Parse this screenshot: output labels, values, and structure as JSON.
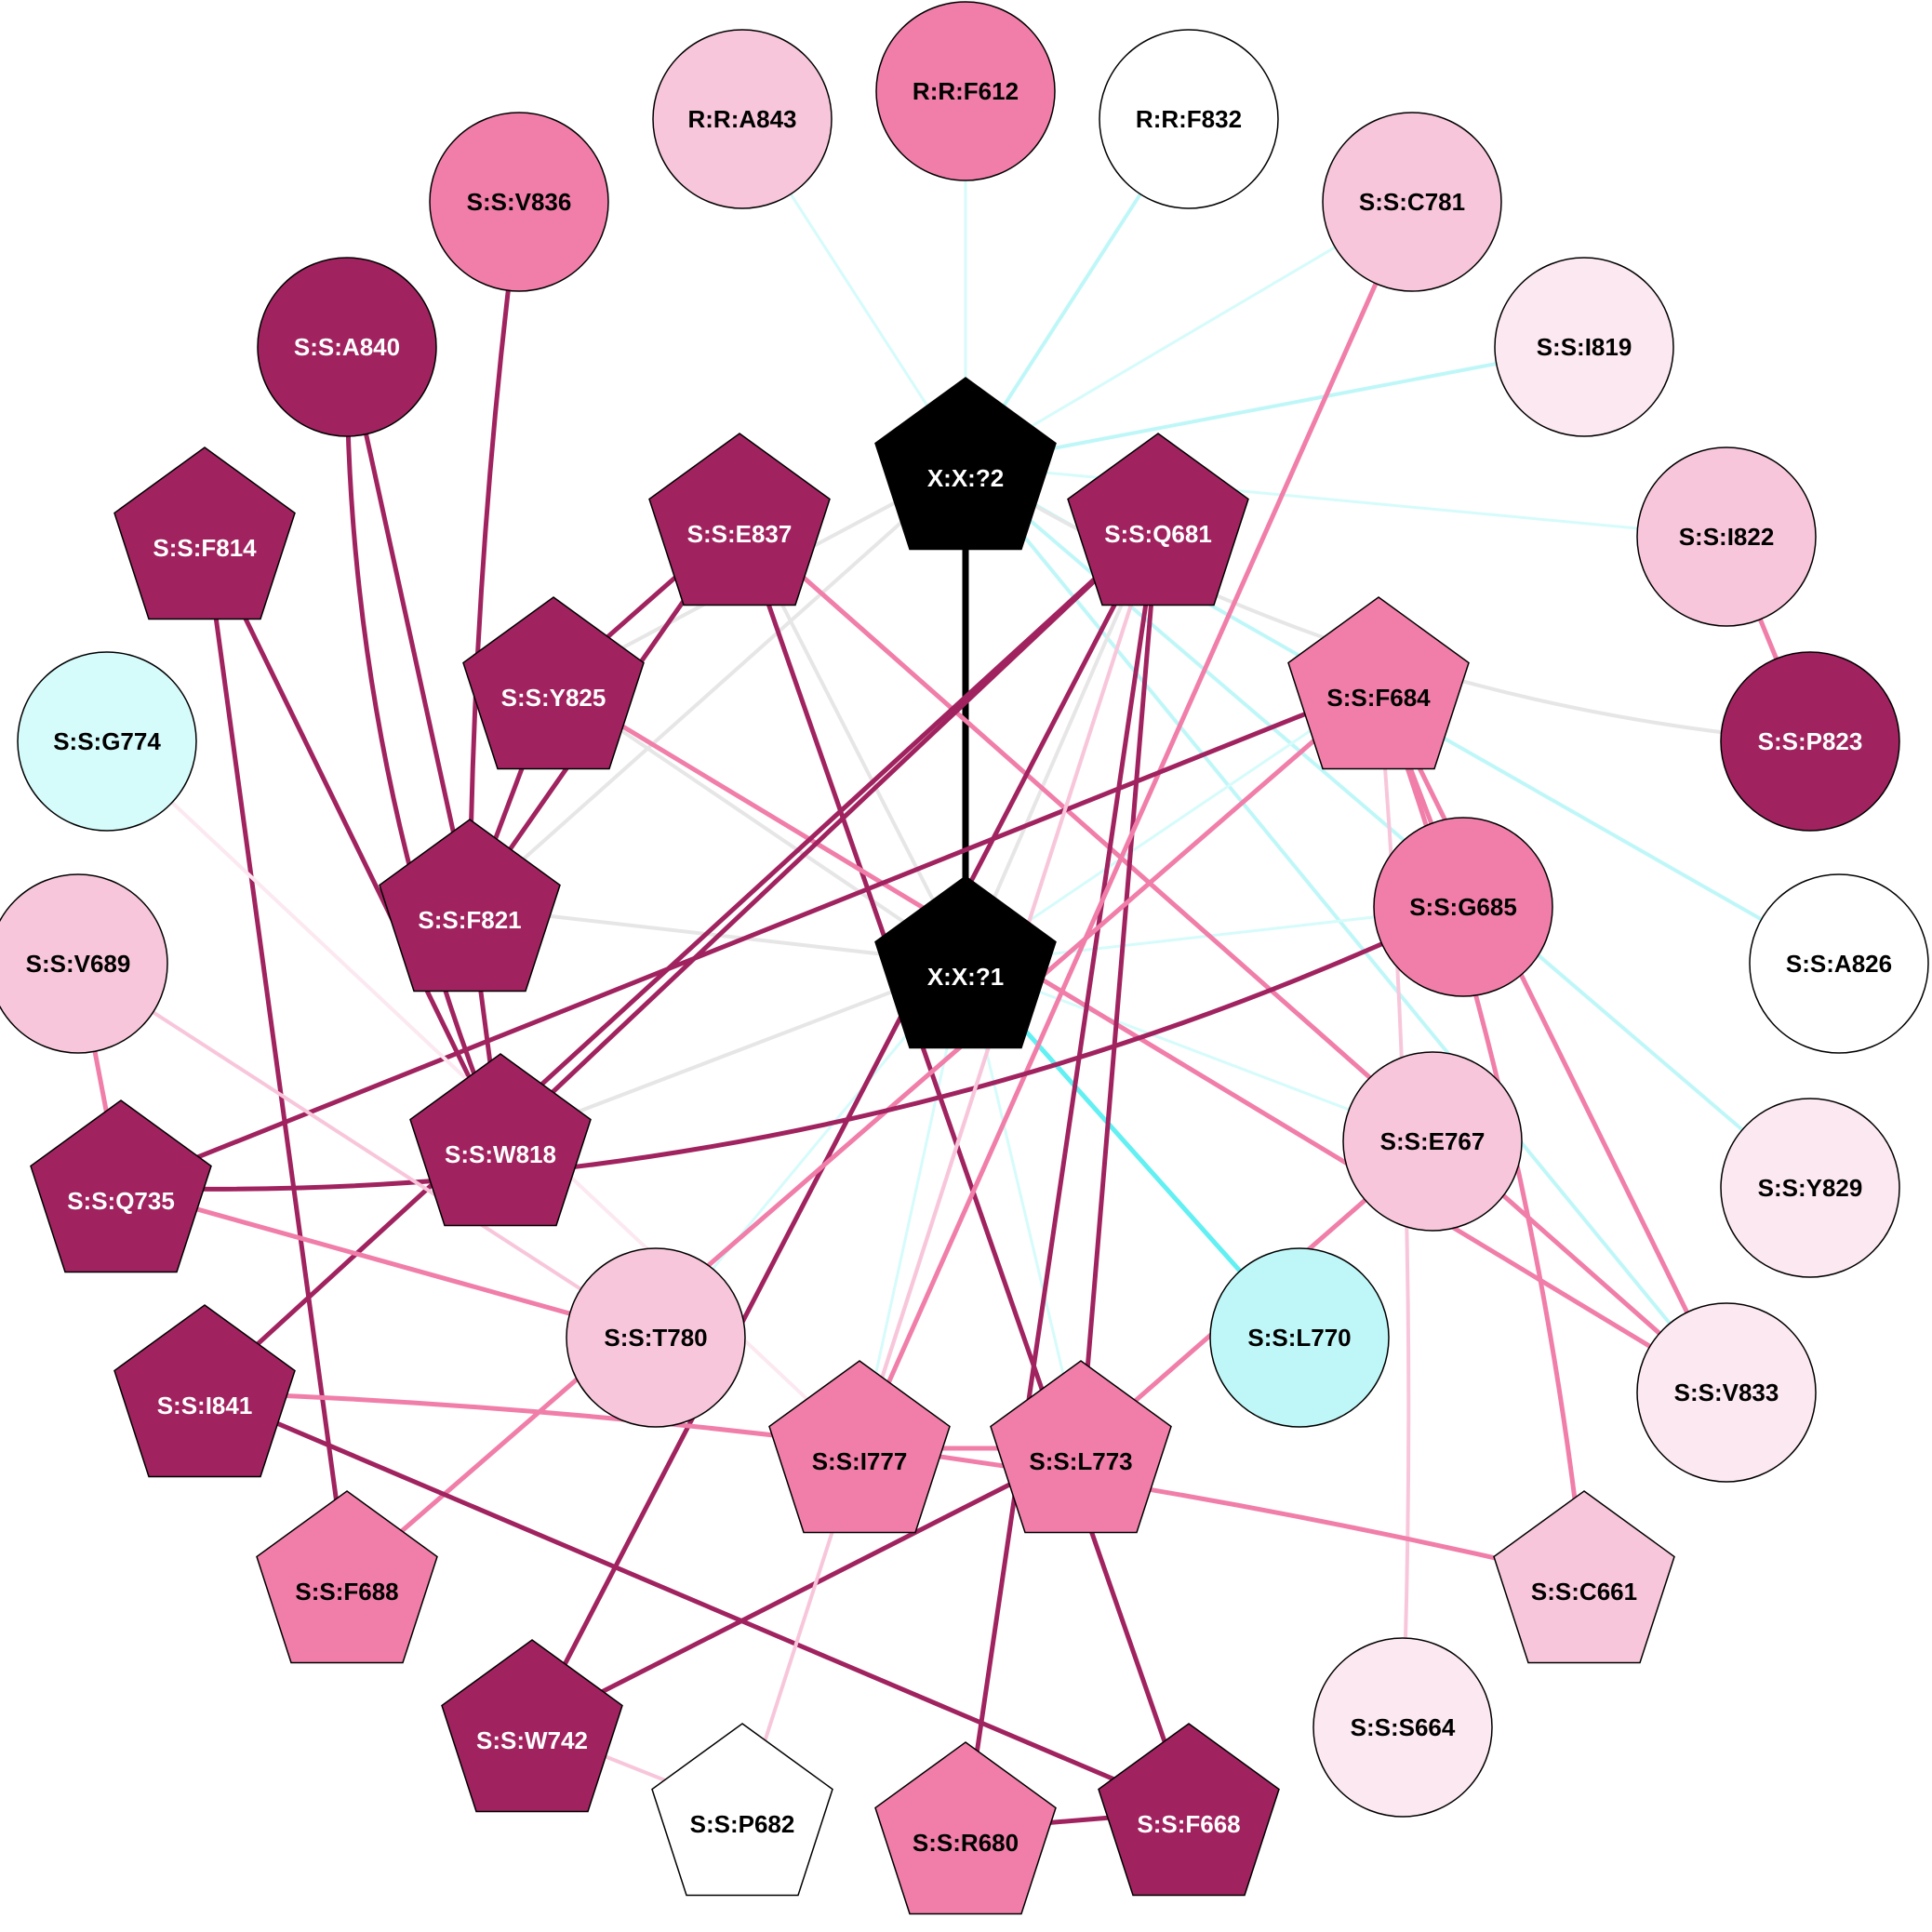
{
  "colors": {
    "dark": "#a0235f",
    "mid": "#f07ea9",
    "light": "#f8c6da",
    "pale": "#fce8f0",
    "white": "#ffffff",
    "black": "#000000",
    "cyan_light": "#d6fbfb",
    "cyan": "#bff7f8",
    "cyan_strong": "#63f0f3",
    "gray": "#e6e6e6",
    "outline": "#000000"
  },
  "nodes": [
    {
      "id": "R:R:A843",
      "label": "R:R:A843",
      "shape": "circle",
      "fill": "light",
      "text": "dark"
    },
    {
      "id": "R:R:F612",
      "label": "R:R:F612",
      "shape": "circle",
      "fill": "mid",
      "text": "dark"
    },
    {
      "id": "R:R:F832",
      "label": "R:R:F832",
      "shape": "circle",
      "fill": "white",
      "text": "dark"
    },
    {
      "id": "S:S:V836",
      "label": "S:S:V836",
      "shape": "circle",
      "fill": "mid",
      "text": "dark"
    },
    {
      "id": "S:S:C781",
      "label": "S:S:C781",
      "shape": "circle",
      "fill": "light",
      "text": "dark"
    },
    {
      "id": "S:S:A840",
      "label": "S:S:A840",
      "shape": "circle",
      "fill": "dark",
      "text": "light"
    },
    {
      "id": "S:S:I819",
      "label": "S:S:I819",
      "shape": "circle",
      "fill": "pale",
      "text": "dark"
    },
    {
      "id": "X:X:?2",
      "label": "X:X:?2",
      "shape": "pentagon",
      "fill": "black",
      "text": "light"
    },
    {
      "id": "S:S:F814",
      "label": "S:S:F814",
      "shape": "pentagon",
      "fill": "dark",
      "text": "light"
    },
    {
      "id": "S:S:E837",
      "label": "S:S:E837",
      "shape": "pentagon",
      "fill": "dark",
      "text": "light"
    },
    {
      "id": "S:S:Q681",
      "label": "S:S:Q681",
      "shape": "pentagon",
      "fill": "dark",
      "text": "light"
    },
    {
      "id": "S:S:I822",
      "label": "S:S:I822",
      "shape": "circle",
      "fill": "light",
      "text": "dark"
    },
    {
      "id": "S:S:Y825",
      "label": "S:S:Y825",
      "shape": "pentagon",
      "fill": "dark",
      "text": "light"
    },
    {
      "id": "S:S:F684",
      "label": "S:S:F684",
      "shape": "pentagon",
      "fill": "mid",
      "text": "dark"
    },
    {
      "id": "S:S:G774",
      "label": "S:S:G774",
      "shape": "circle",
      "fill": "cyan_light",
      "text": "dark"
    },
    {
      "id": "S:S:P823",
      "label": "S:S:P823",
      "shape": "circle",
      "fill": "dark",
      "text": "light"
    },
    {
      "id": "S:S:F821",
      "label": "S:S:F821",
      "shape": "pentagon",
      "fill": "dark",
      "text": "light"
    },
    {
      "id": "S:S:G685",
      "label": "S:S:G685",
      "shape": "circle",
      "fill": "mid",
      "text": "dark"
    },
    {
      "id": "S:S:V689",
      "label": "S:S:V689",
      "shape": "circle",
      "fill": "light",
      "text": "dark"
    },
    {
      "id": "X:X:?1",
      "label": "X:X:?1",
      "shape": "pentagon",
      "fill": "black",
      "text": "light"
    },
    {
      "id": "S:S:A826",
      "label": "S:S:A826",
      "shape": "circle",
      "fill": "white",
      "text": "dark"
    },
    {
      "id": "S:S:W818",
      "label": "S:S:W818",
      "shape": "pentagon",
      "fill": "dark",
      "text": "light"
    },
    {
      "id": "S:S:E767",
      "label": "S:S:E767",
      "shape": "circle",
      "fill": "light",
      "text": "dark"
    },
    {
      "id": "S:S:Q735",
      "label": "S:S:Q735",
      "shape": "pentagon",
      "fill": "dark",
      "text": "light"
    },
    {
      "id": "S:S:Y829",
      "label": "S:S:Y829",
      "shape": "circle",
      "fill": "pale",
      "text": "dark"
    },
    {
      "id": "S:S:T780",
      "label": "S:S:T780",
      "shape": "circle",
      "fill": "light",
      "text": "dark"
    },
    {
      "id": "S:S:L770",
      "label": "S:S:L770",
      "shape": "circle",
      "fill": "cyan",
      "text": "dark"
    },
    {
      "id": "S:S:I841",
      "label": "S:S:I841",
      "shape": "pentagon",
      "fill": "dark",
      "text": "light"
    },
    {
      "id": "S:S:V833",
      "label": "S:S:V833",
      "shape": "circle",
      "fill": "pale",
      "text": "dark"
    },
    {
      "id": "S:S:I777",
      "label": "S:S:I777",
      "shape": "pentagon",
      "fill": "mid",
      "text": "dark"
    },
    {
      "id": "S:S:L773",
      "label": "S:S:L773",
      "shape": "pentagon",
      "fill": "mid",
      "text": "dark"
    },
    {
      "id": "S:S:F688",
      "label": "S:S:F688",
      "shape": "pentagon",
      "fill": "mid",
      "text": "dark"
    },
    {
      "id": "S:S:C661",
      "label": "S:S:C661",
      "shape": "pentagon",
      "fill": "light",
      "text": "dark"
    },
    {
      "id": "S:S:W742",
      "label": "S:S:W742",
      "shape": "pentagon",
      "fill": "dark",
      "text": "light"
    },
    {
      "id": "S:S:S664",
      "label": "S:S:S664",
      "shape": "circle",
      "fill": "pale",
      "text": "dark"
    },
    {
      "id": "S:S:P682",
      "label": "S:S:P682",
      "shape": "pentagon",
      "fill": "white",
      "text": "dark"
    },
    {
      "id": "S:S:R680",
      "label": "S:S:R680",
      "shape": "pentagon",
      "fill": "mid",
      "text": "dark"
    },
    {
      "id": "S:S:F668",
      "label": "S:S:F668",
      "shape": "pentagon",
      "fill": "dark",
      "text": "light"
    }
  ],
  "edges": [
    {
      "from": "X:X:?2",
      "to": "X:X:?1",
      "color": "black",
      "weight": 7
    },
    {
      "from": "X:X:?2",
      "to": "R:R:A843",
      "color": "cyan_light",
      "weight": 3
    },
    {
      "from": "X:X:?2",
      "to": "R:R:F612",
      "color": "cyan_light",
      "weight": 3
    },
    {
      "from": "X:X:?2",
      "to": "R:R:F832",
      "color": "cyan",
      "weight": 4
    },
    {
      "from": "X:X:?2",
      "to": "S:S:C781",
      "color": "cyan_light",
      "weight": 3
    },
    {
      "from": "X:X:?2",
      "to": "S:S:I819",
      "color": "cyan",
      "weight": 4
    },
    {
      "from": "X:X:?2",
      "to": "S:S:I822",
      "color": "cyan_light",
      "weight": 3
    },
    {
      "from": "X:X:?2",
      "to": "S:S:A826",
      "color": "cyan",
      "weight": 4
    },
    {
      "from": "X:X:?2",
      "to": "S:S:Y829",
      "color": "cyan",
      "weight": 4
    },
    {
      "from": "X:X:?2",
      "to": "S:S:V833",
      "color": "cyan",
      "weight": 4
    },
    {
      "from": "X:X:?2",
      "to": "S:S:Y825",
      "color": "gray",
      "weight": 4
    },
    {
      "from": "X:X:?2",
      "to": "S:S:F821",
      "color": "gray",
      "weight": 4
    },
    {
      "from": "X:X:?2",
      "to": "S:S:P823",
      "color": "gray",
      "weight": 4,
      "curve": 0.12
    },
    {
      "from": "X:X:?1",
      "to": "S:S:L770",
      "color": "cyan_strong",
      "weight": 5
    },
    {
      "from": "X:X:?1",
      "to": "S:S:E767",
      "color": "cyan_light",
      "weight": 3
    },
    {
      "from": "X:X:?1",
      "to": "S:S:G685",
      "color": "cyan_light",
      "weight": 3
    },
    {
      "from": "X:X:?1",
      "to": "S:S:F684",
      "color": "cyan_light",
      "weight": 3
    },
    {
      "from": "X:X:?1",
      "to": "S:S:T780",
      "color": "cyan_light",
      "weight": 3
    },
    {
      "from": "X:X:?1",
      "to": "S:S:I777",
      "color": "cyan_light",
      "weight": 3
    },
    {
      "from": "X:X:?1",
      "to": "S:S:L773",
      "color": "cyan_light",
      "weight": 3
    },
    {
      "from": "X:X:?1",
      "to": "S:S:F821",
      "color": "gray",
      "weight": 4
    },
    {
      "from": "X:X:?1",
      "to": "S:S:W818",
      "color": "gray",
      "weight": 4
    },
    {
      "from": "X:X:?1",
      "to": "S:S:Y825",
      "color": "gray",
      "weight": 4
    },
    {
      "from": "X:X:?1",
      "to": "S:S:E837",
      "color": "gray",
      "weight": 4
    },
    {
      "from": "X:X:?1",
      "to": "S:S:Q681",
      "color": "gray",
      "weight": 4
    },
    {
      "from": "S:S:V836",
      "to": "S:S:F821",
      "color": "dark",
      "weight": 5,
      "curve": 0.03
    },
    {
      "from": "S:S:A840",
      "to": "S:S:F821",
      "color": "dark",
      "weight": 5
    },
    {
      "from": "S:S:A840",
      "to": "S:S:W818",
      "color": "dark",
      "weight": 5,
      "curve": 0.1
    },
    {
      "from": "S:S:F814",
      "to": "S:S:W818",
      "color": "dark",
      "weight": 5
    },
    {
      "from": "S:S:F814",
      "to": "S:S:F688",
      "color": "dark",
      "weight": 5
    },
    {
      "from": "S:S:E837",
      "to": "S:S:Y825",
      "color": "dark",
      "weight": 5
    },
    {
      "from": "S:S:E837",
      "to": "S:S:F821",
      "color": "dark",
      "weight": 5
    },
    {
      "from": "S:S:E837",
      "to": "S:S:F668",
      "color": "dark",
      "weight": 5
    },
    {
      "from": "S:S:E837",
      "to": "S:S:V833",
      "color": "mid",
      "weight": 5
    },
    {
      "from": "S:S:Y825",
      "to": "S:S:F821",
      "color": "dark",
      "weight": 5
    },
    {
      "from": "S:S:Y825",
      "to": "S:S:V833",
      "color": "mid",
      "weight": 5
    },
    {
      "from": "S:S:F821",
      "to": "S:S:W818",
      "color": "dark",
      "weight": 5
    },
    {
      "from": "S:S:Q681",
      "to": "S:S:W818",
      "color": "dark",
      "weight": 5
    },
    {
      "from": "S:S:Q681",
      "to": "S:S:I841",
      "color": "dark",
      "weight": 5
    },
    {
      "from": "S:S:Q681",
      "to": "S:S:W742",
      "color": "dark",
      "weight": 5
    },
    {
      "from": "S:S:Q681",
      "to": "S:S:L773",
      "color": "dark",
      "weight": 5
    },
    {
      "from": "S:S:Q681",
      "to": "S:S:R680",
      "color": "dark",
      "weight": 5
    },
    {
      "from": "S:S:Q681",
      "to": "S:S:I777",
      "color": "light",
      "weight": 4
    },
    {
      "from": "S:S:C781",
      "to": "S:S:I777",
      "color": "mid",
      "weight": 5
    },
    {
      "from": "S:S:F684",
      "to": "S:S:Q735",
      "color": "dark",
      "weight": 5
    },
    {
      "from": "S:S:F684",
      "to": "S:S:G685",
      "color": "mid",
      "weight": 5
    },
    {
      "from": "S:S:F684",
      "to": "S:S:F688",
      "color": "mid",
      "weight": 5
    },
    {
      "from": "S:S:F684",
      "to": "S:S:S664",
      "color": "light",
      "weight": 4,
      "curve": -0.03
    },
    {
      "from": "S:S:F684",
      "to": "S:S:C661",
      "color": "mid",
      "weight": 5,
      "curve": -0.06
    },
    {
      "from": "S:S:F684",
      "to": "S:S:V833",
      "color": "mid",
      "weight": 5
    },
    {
      "from": "S:S:G685",
      "to": "S:S:Q735",
      "color": "dark",
      "weight": 5,
      "curve": -0.12
    },
    {
      "from": "S:S:I822",
      "to": "S:S:P823",
      "color": "mid",
      "weight": 5
    },
    {
      "from": "S:S:G774",
      "to": "S:S:I777",
      "color": "pale",
      "weight": 4
    },
    {
      "from": "S:S:V689",
      "to": "S:S:Q735",
      "color": "mid",
      "weight": 5
    },
    {
      "from": "S:S:V689",
      "to": "S:S:T780",
      "color": "light",
      "weight": 4
    },
    {
      "from": "S:S:Q735",
      "to": "S:S:T780",
      "color": "mid",
      "weight": 5
    },
    {
      "from": "S:S:E767",
      "to": "S:S:L773",
      "color": "mid",
      "weight": 5
    },
    {
      "from": "S:S:I841",
      "to": "S:S:C661",
      "color": "mid",
      "weight": 5,
      "curve": -0.05
    },
    {
      "from": "S:S:I841",
      "to": "S:S:F668",
      "color": "dark",
      "weight": 5
    },
    {
      "from": "S:S:I777",
      "to": "S:S:L773",
      "color": "mid",
      "weight": 5
    },
    {
      "from": "S:S:L773",
      "to": "S:S:W742",
      "color": "dark",
      "weight": 5
    },
    {
      "from": "S:S:W742",
      "to": "S:S:P682",
      "color": "light",
      "weight": 4
    },
    {
      "from": "S:S:R680",
      "to": "S:S:F668",
      "color": "dark",
      "weight": 5
    },
    {
      "from": "S:S:P682",
      "to": "S:S:Q681",
      "color": "light",
      "weight": 4
    }
  ]
}
